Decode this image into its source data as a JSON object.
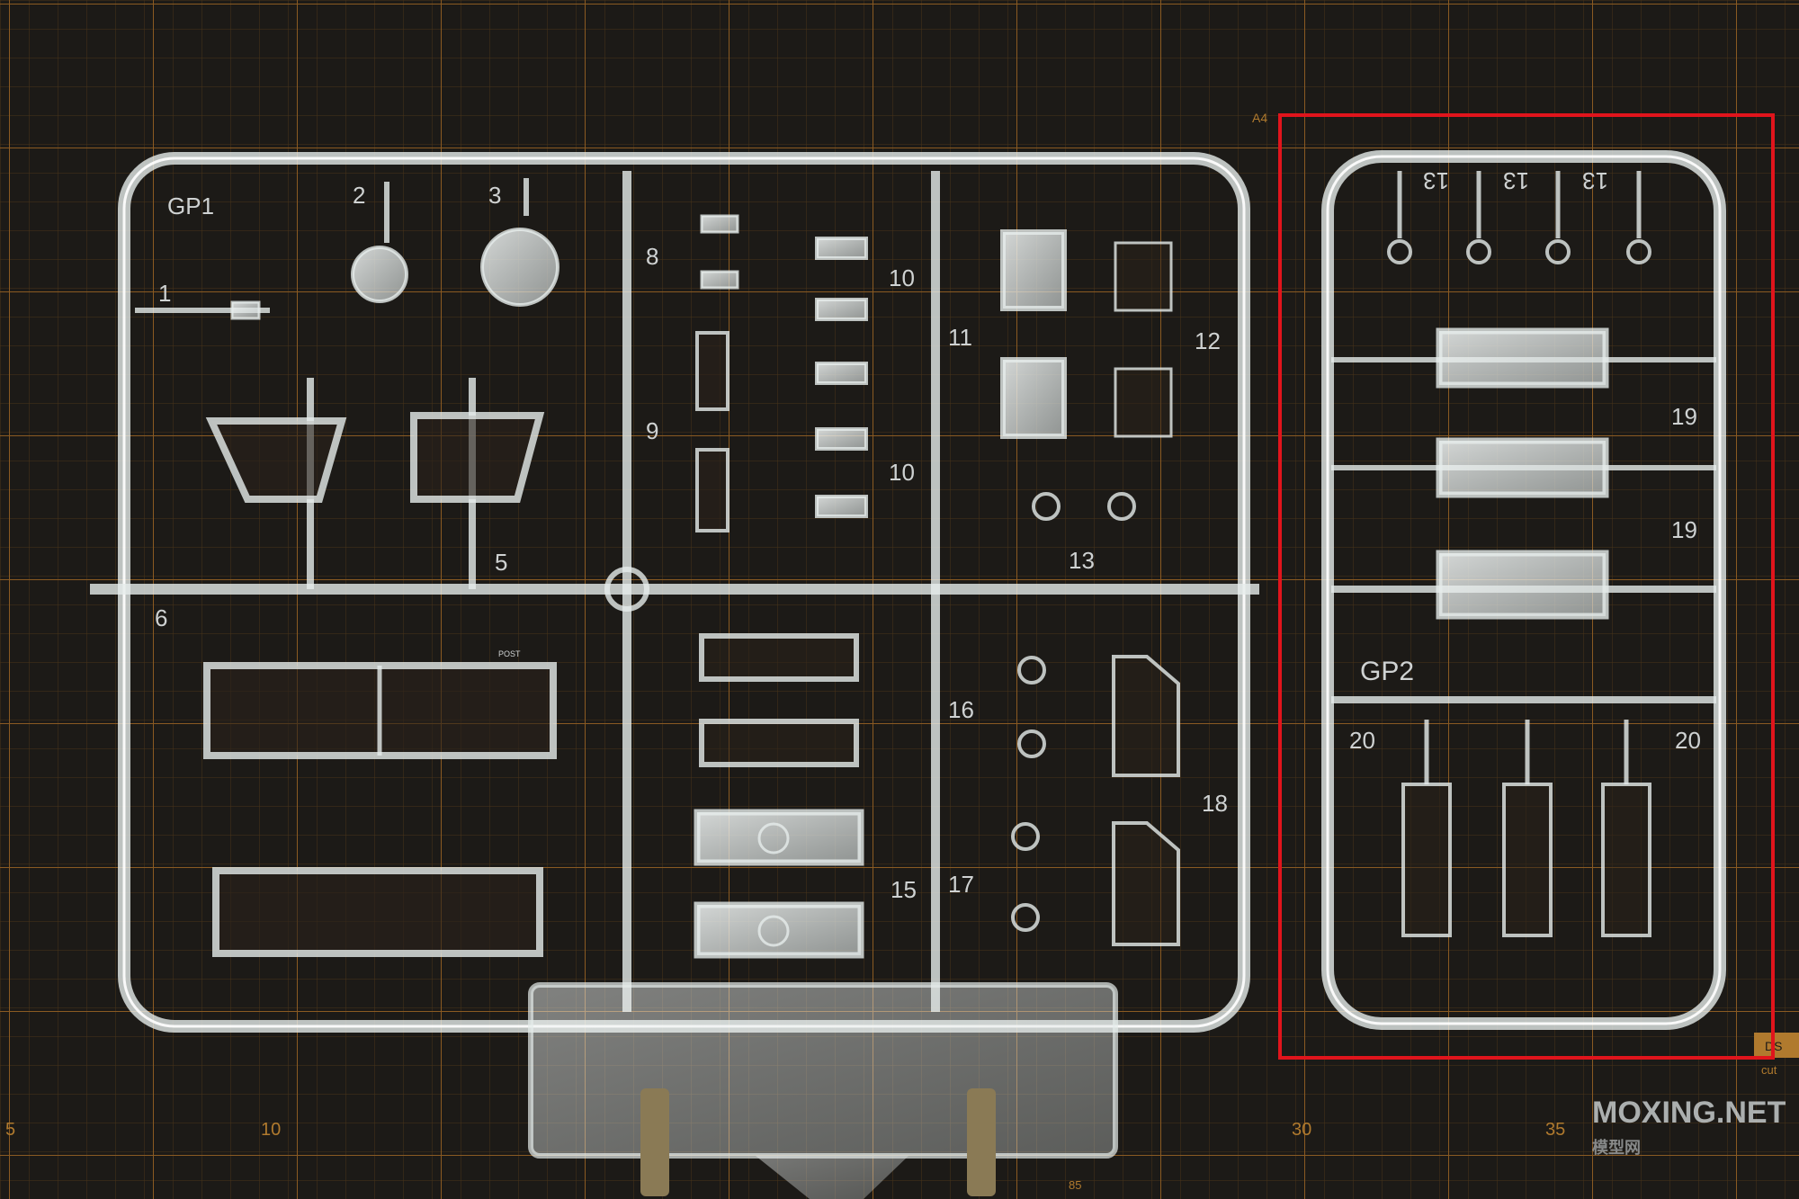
{
  "photo": {
    "colors": {
      "mat": "#1c1a17",
      "grid": "#8a5a22",
      "grid_minor": "#4a3418",
      "plastic": "#e6eceb",
      "highlight_box": "#e0141c"
    },
    "sprue_gp1": {
      "code": "GP1",
      "part_numbers": [
        "1",
        "2",
        "3",
        "5",
        "6",
        "8",
        "9",
        "10",
        "10",
        "11",
        "12",
        "13",
        "15",
        "16",
        "17",
        "18"
      ]
    },
    "sprue_gp2": {
      "code": "GP2",
      "part_numbers": [
        "13",
        "13",
        "13",
        "19",
        "19",
        "20",
        "20"
      ]
    },
    "mat_markings": {
      "scale": [
        "5",
        "10",
        "30",
        "35"
      ],
      "corner": "A4",
      "bottom_mark": "85",
      "right_edge_text": [
        "DS",
        "cut"
      ],
      "post_label": "POST"
    },
    "watermark": {
      "en": "MOXING.NET",
      "cn": "模型网"
    }
  }
}
